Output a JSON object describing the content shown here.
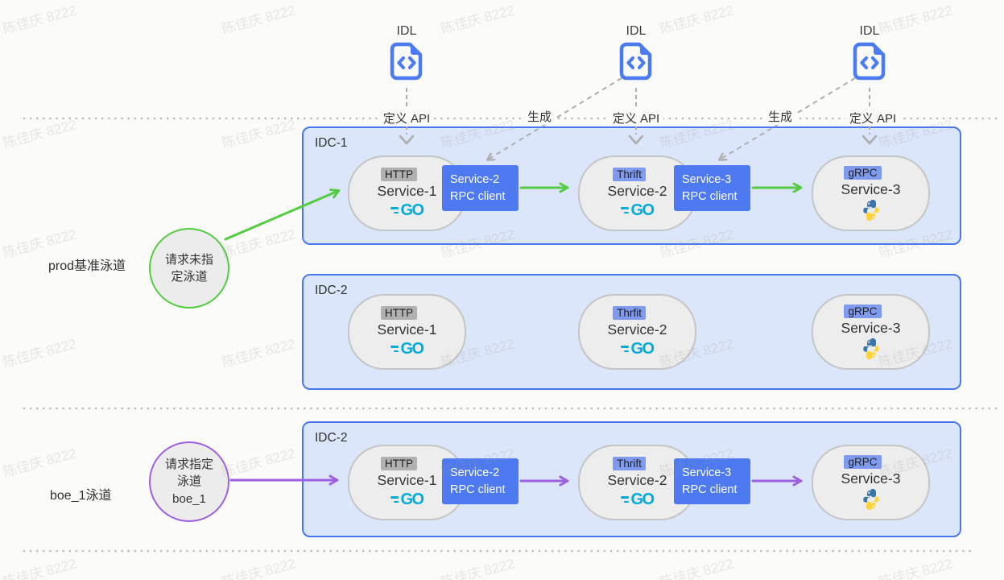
{
  "watermark": {
    "text": "陈佳庆 8222"
  },
  "idl": {
    "label": "IDL",
    "define_api": "定义 API",
    "generate": "生成"
  },
  "lanes": {
    "prod": {
      "label": "prod基准泳道",
      "circle_lines": [
        "请求未指",
        "定泳道"
      ]
    },
    "boe": {
      "label": "boe_1泳道",
      "circle_lines": [
        "请求指定",
        "泳道",
        "boe_1"
      ]
    }
  },
  "boxes": [
    {
      "label": "IDC-1",
      "services": [
        {
          "tag": "HTTP",
          "name": "Service-1",
          "logo": "go"
        },
        {
          "tag": "Thrift",
          "name": "Service-2",
          "logo": "go"
        },
        {
          "tag": "gRPC",
          "name": "Service-3",
          "logo": "python"
        }
      ],
      "rpc_clients": [
        {
          "line1": "Service-2",
          "line2": "RPC client"
        },
        {
          "line1": "Service-3",
          "line2": "RPC client"
        }
      ]
    },
    {
      "label": "IDC-2",
      "services": [
        {
          "tag": "HTTP",
          "name": "Service-1",
          "logo": "go"
        },
        {
          "tag": "Thrfit",
          "name": "Service-2",
          "logo": "go"
        },
        {
          "tag": "gRPC",
          "name": "Service-3",
          "logo": "python"
        }
      ],
      "rpc_clients": []
    },
    {
      "label": "IDC-2",
      "services": [
        {
          "tag": "HTTP",
          "name": "Service-1",
          "logo": "go"
        },
        {
          "tag": "Thrift",
          "name": "Service-2",
          "logo": "go"
        },
        {
          "tag": "gRPC",
          "name": "Service-3",
          "logo": "python"
        }
      ],
      "rpc_clients": [
        {
          "line1": "Service-2",
          "line2": "RPC client"
        },
        {
          "line1": "Service-3",
          "line2": "RPC client"
        }
      ]
    }
  ],
  "logos": {
    "go": "GO"
  },
  "colors": {
    "bg": "#fbfbf9",
    "green": "#54cc41",
    "purple": "#9e5fe0",
    "box_border": "#4a76ee",
    "box_fill": "#dce6fa",
    "rpc_bg": "#4d7af1",
    "go_cyan": "#00ACD7",
    "idl_blue": "#4a7bf5",
    "tag_gray": "#b1b1b1",
    "tag_blue": "#7f9bef",
    "pill_fill": "#ededed",
    "pill_border": "#c5c5c5",
    "dash_gray": "#adadad",
    "dot_gray": "#bcbcbc",
    "text_dark": "#333333",
    "watermark": "#9a9a9a"
  }
}
